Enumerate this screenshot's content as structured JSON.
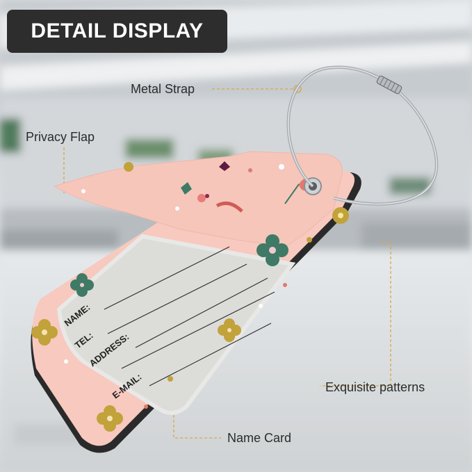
{
  "header": {
    "title": "DETAIL DISPLAY"
  },
  "callouts": {
    "metal_strap": "Metal Strap",
    "privacy_flap": "Privacy Flap",
    "exquisite_patterns": "Exquisite patterns",
    "name_card": "Name Card"
  },
  "name_card_fields": {
    "name": "NAME:",
    "tel": "TEL:",
    "address": "ADDRESS:",
    "email": "E-MAIL:"
  },
  "colors": {
    "badge": "#2d2d2d",
    "tag_pink": "#f7c9bf",
    "leader_line": "#d9a64a"
  }
}
